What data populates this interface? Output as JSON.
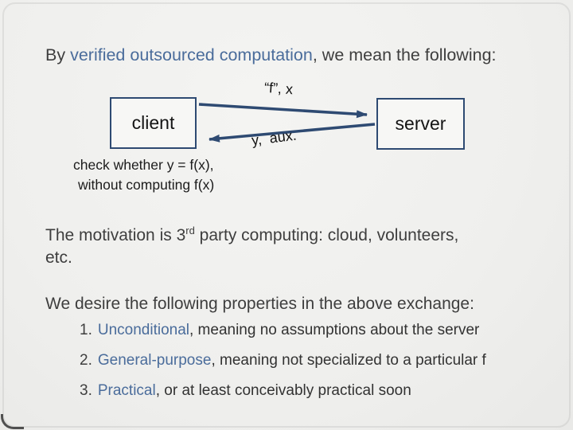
{
  "title": {
    "prefix": "By ",
    "highlight": "verified outsourced computation",
    "suffix": ", we mean the following:"
  },
  "diagram": {
    "client_label": "client",
    "server_label": "server",
    "forward_arrow_label": "“f”, x",
    "return_arrow_label": "y,  aux.",
    "caption_line1": "check whether y = f(x),",
    "caption_line2": "without computing f(x)"
  },
  "motivation": {
    "prefix": "The motivation is 3",
    "superscript": "rd",
    "rest": " party computing: cloud, volunteers,",
    "line2": "etc."
  },
  "desire": "We desire the following properties in the above exchange:",
  "items": [
    {
      "number": "1.",
      "highlight": "Unconditional",
      "rest": ", meaning no assumptions about the server"
    },
    {
      "number": "2.",
      "highlight": "General-purpose",
      "rest": ", meaning not specialized to a particular f"
    },
    {
      "number": "3.",
      "highlight": "Practical",
      "rest": ", or at least conceivably practical soon"
    }
  ],
  "colors": {
    "accent_blue": "#4a6c9b",
    "arrow_navy": "#2e4a72",
    "text_dark": "#3e3e3e",
    "background": "#f0f0ee"
  }
}
